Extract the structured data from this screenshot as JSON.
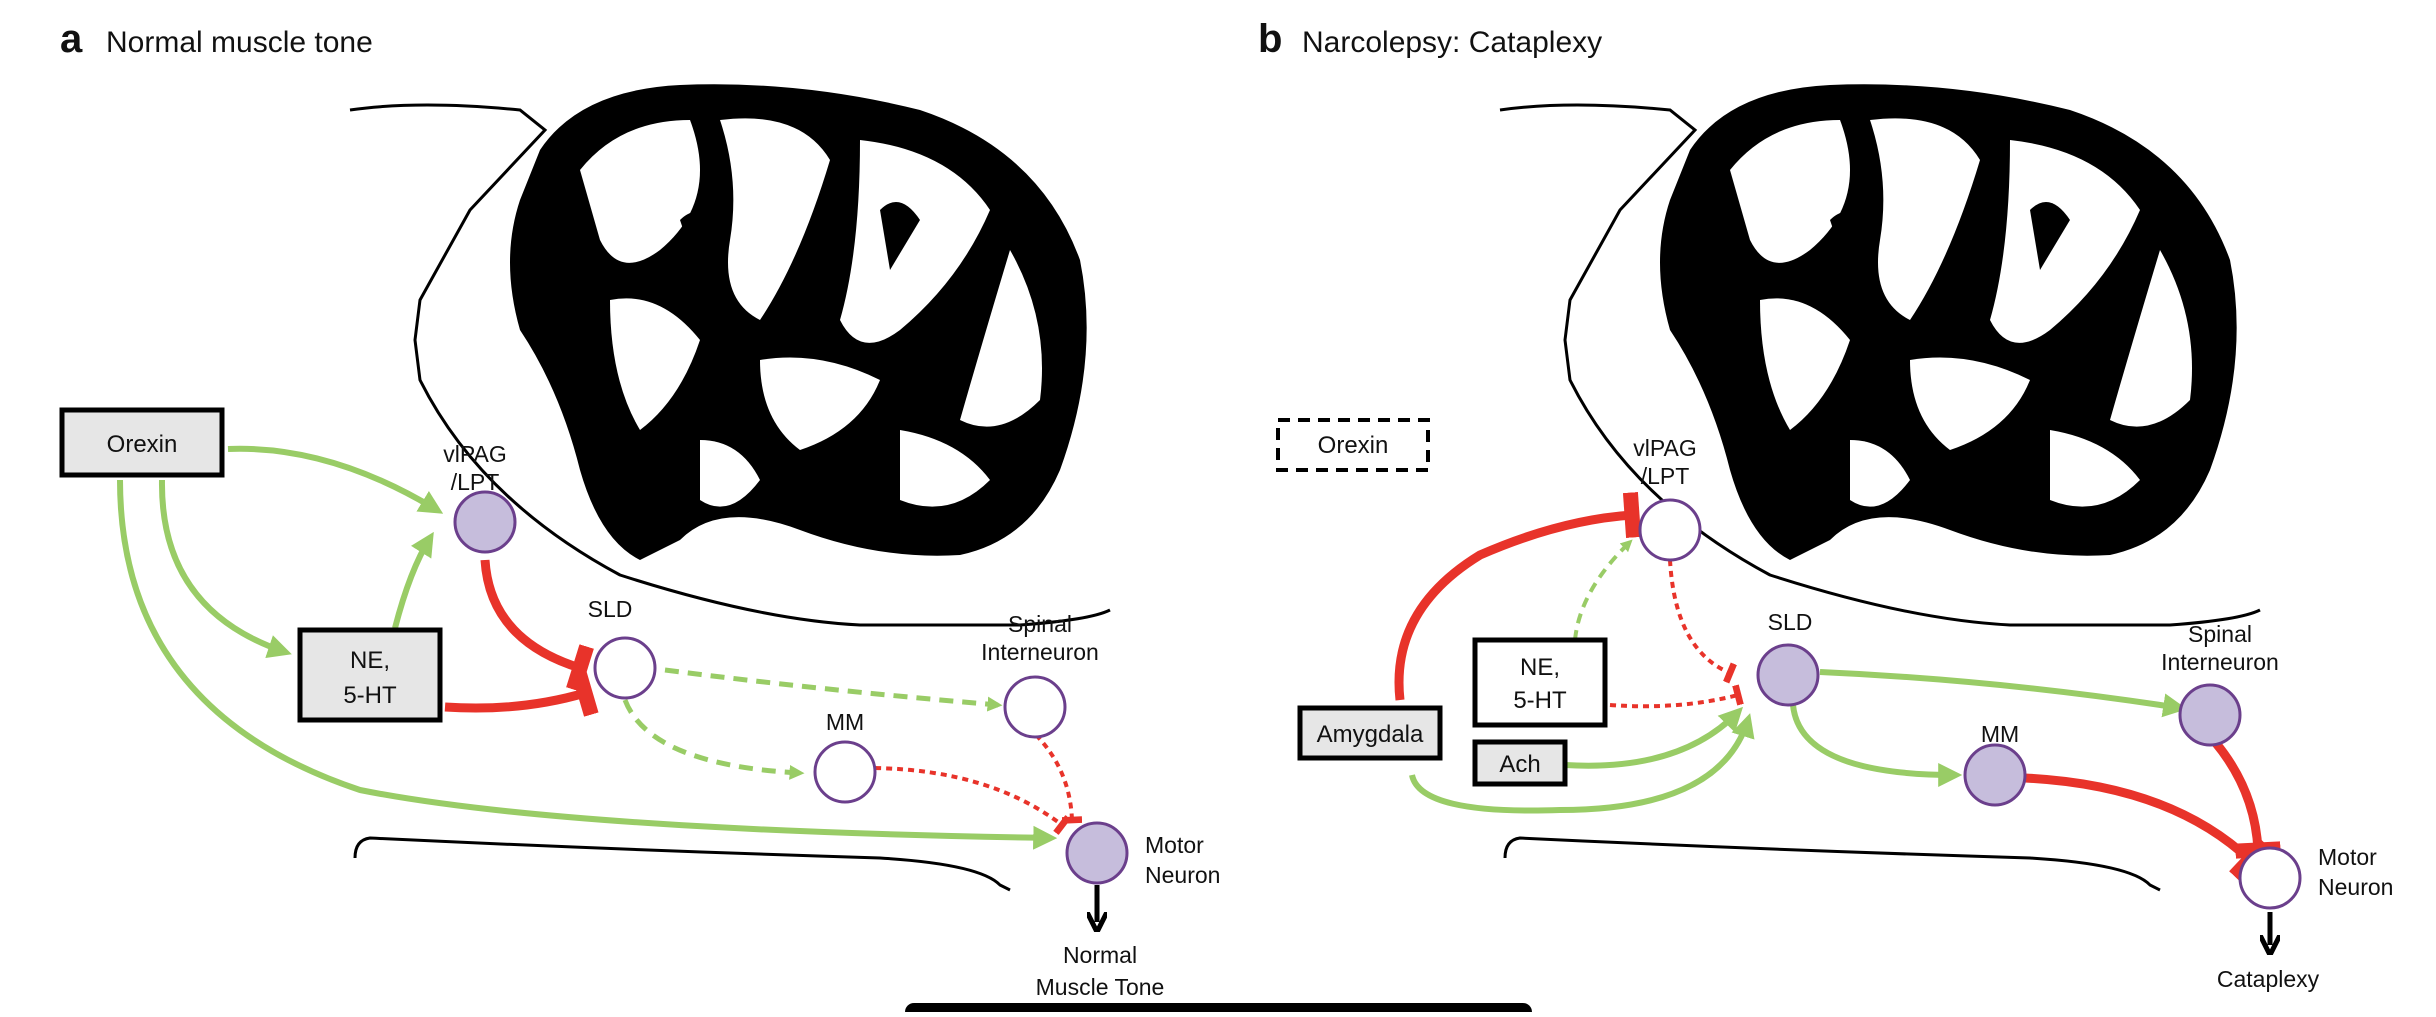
{
  "panel_a": {
    "letter": "a",
    "title": "Normal muscle tone",
    "orexin": "Orexin",
    "ne_5ht": [
      "NE,",
      "5-HT"
    ],
    "vlpag": [
      "vlPAG",
      "/LPT"
    ],
    "sld": "SLD",
    "mm": "MM",
    "spinal": [
      "Spinal",
      "Interneuron"
    ],
    "motor": [
      "Motor",
      "Neuron"
    ],
    "outcome": [
      "Normal",
      "Muscle Tone"
    ]
  },
  "panel_b": {
    "letter": "b",
    "title": "Narcolepsy: Cataplexy",
    "orexin": "Orexin",
    "ne_5ht": [
      "NE,",
      "5-HT"
    ],
    "ach": "Ach",
    "amygdala": "Amygdala",
    "vlpag": [
      "vlPAG",
      "/LPT"
    ],
    "sld": "SLD",
    "mm": "MM",
    "spinal": [
      "Spinal",
      "Interneuron"
    ],
    "motor": [
      "Motor",
      "Neuron"
    ],
    "outcome": [
      "Cataplexy"
    ]
  },
  "colors": {
    "excitatory": "#99cc66",
    "inhibitory": "#e8332a",
    "active_neuron": "#c6bddc",
    "neuron_outline": "#6b3f8c",
    "box_fill": "#e6e6e6"
  }
}
